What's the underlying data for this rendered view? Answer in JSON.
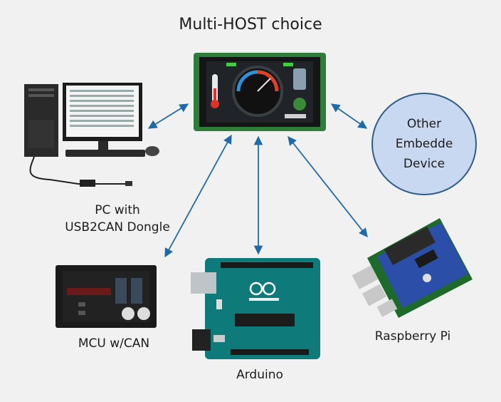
{
  "title": "Multi-HOST choice",
  "nodes": {
    "pc": {
      "label_line1": "PC with",
      "label_line2": "USB2CAN Dongle"
    },
    "mcu": {
      "label": "MCU w/CAN"
    },
    "arduino": {
      "label": "Arduino"
    },
    "raspberry": {
      "label": "Raspberry Pi"
    },
    "other": {
      "line1": "Other",
      "line2": "Embedde",
      "line3": "Device"
    }
  },
  "colors": {
    "arrow": "#1e6aa8",
    "circle_fill": "#c8d8f0",
    "circle_border": "#2e5c8a",
    "background": "#f1f1f1"
  }
}
